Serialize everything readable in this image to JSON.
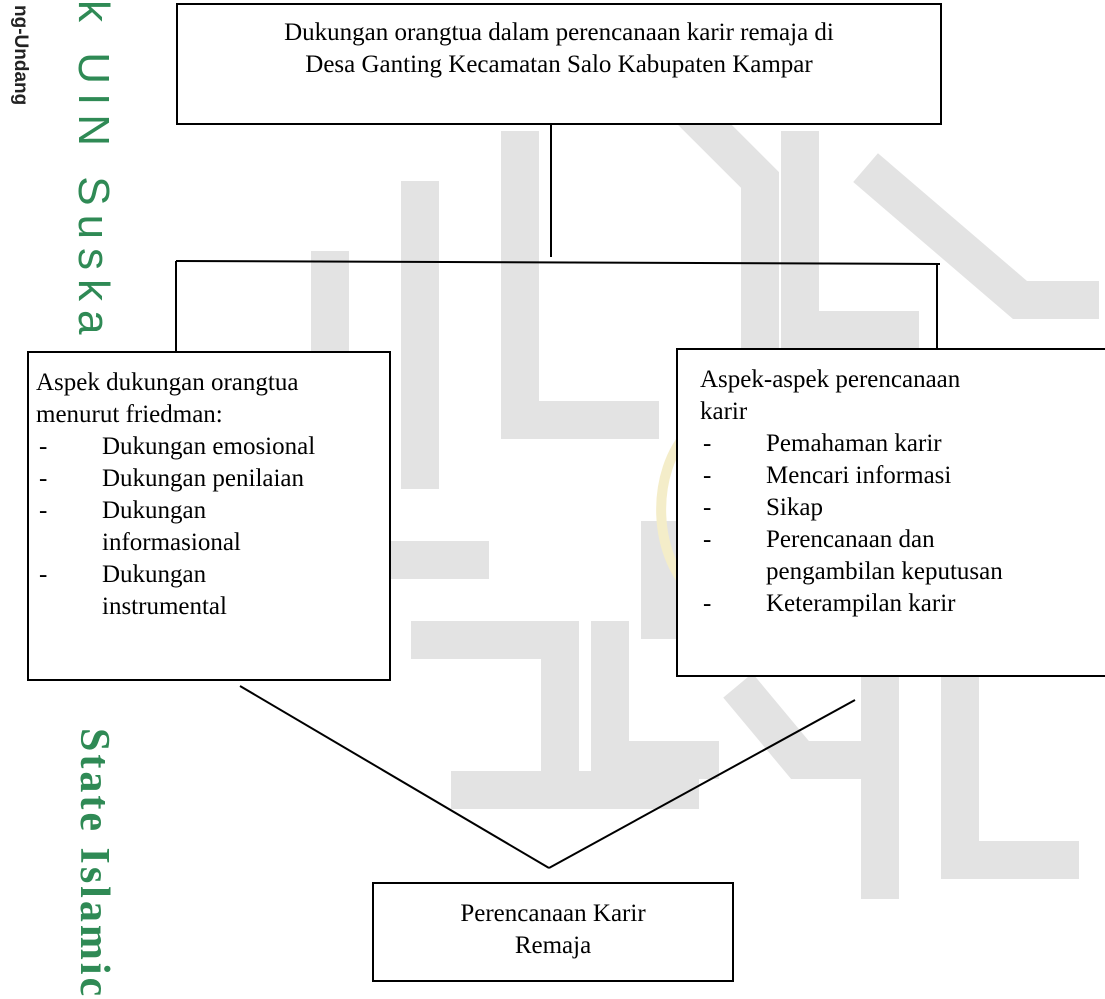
{
  "watermark": {
    "edge_dark": "ng-Undang",
    "edge_green_top": "k UIN Suska Riau",
    "edge_green_bottom": "State Islamic",
    "colors": {
      "green": "#2f8a55",
      "pale_mark": "#e3e3e3",
      "gold_mark": "#f4edc9"
    }
  },
  "diagram": {
    "top_box": {
      "line1": "Dukungan orangtua dalam perencanaan karir remaja di",
      "line2": "Desa Ganting Kecamatan Salo Kabupaten Kampar"
    },
    "left_box": {
      "title_line1": "Aspek dukungan orangtua",
      "title_line2": "menurut friedman:",
      "items": [
        {
          "line1": "Dukungan emosional"
        },
        {
          "line1": "Dukungan penilaian"
        },
        {
          "line1": "Dukungan",
          "line2": "informasional"
        },
        {
          "line1": "Dukungan",
          "line2": "instrumental"
        }
      ]
    },
    "right_box": {
      "title_line1": "Aspek-aspek perencanaan",
      "title_line2": "karir",
      "items": [
        {
          "line1": "Pemahaman karir"
        },
        {
          "line1": "Mencari informasi"
        },
        {
          "line1": "Sikap"
        },
        {
          "line1": "Perencanaan dan",
          "line2": "pengambilan keputusan"
        },
        {
          "line1": "Keterampilan karir"
        }
      ]
    },
    "bottom_box": {
      "line1": "Perencanaan Karir",
      "line2": "Remaja"
    }
  }
}
